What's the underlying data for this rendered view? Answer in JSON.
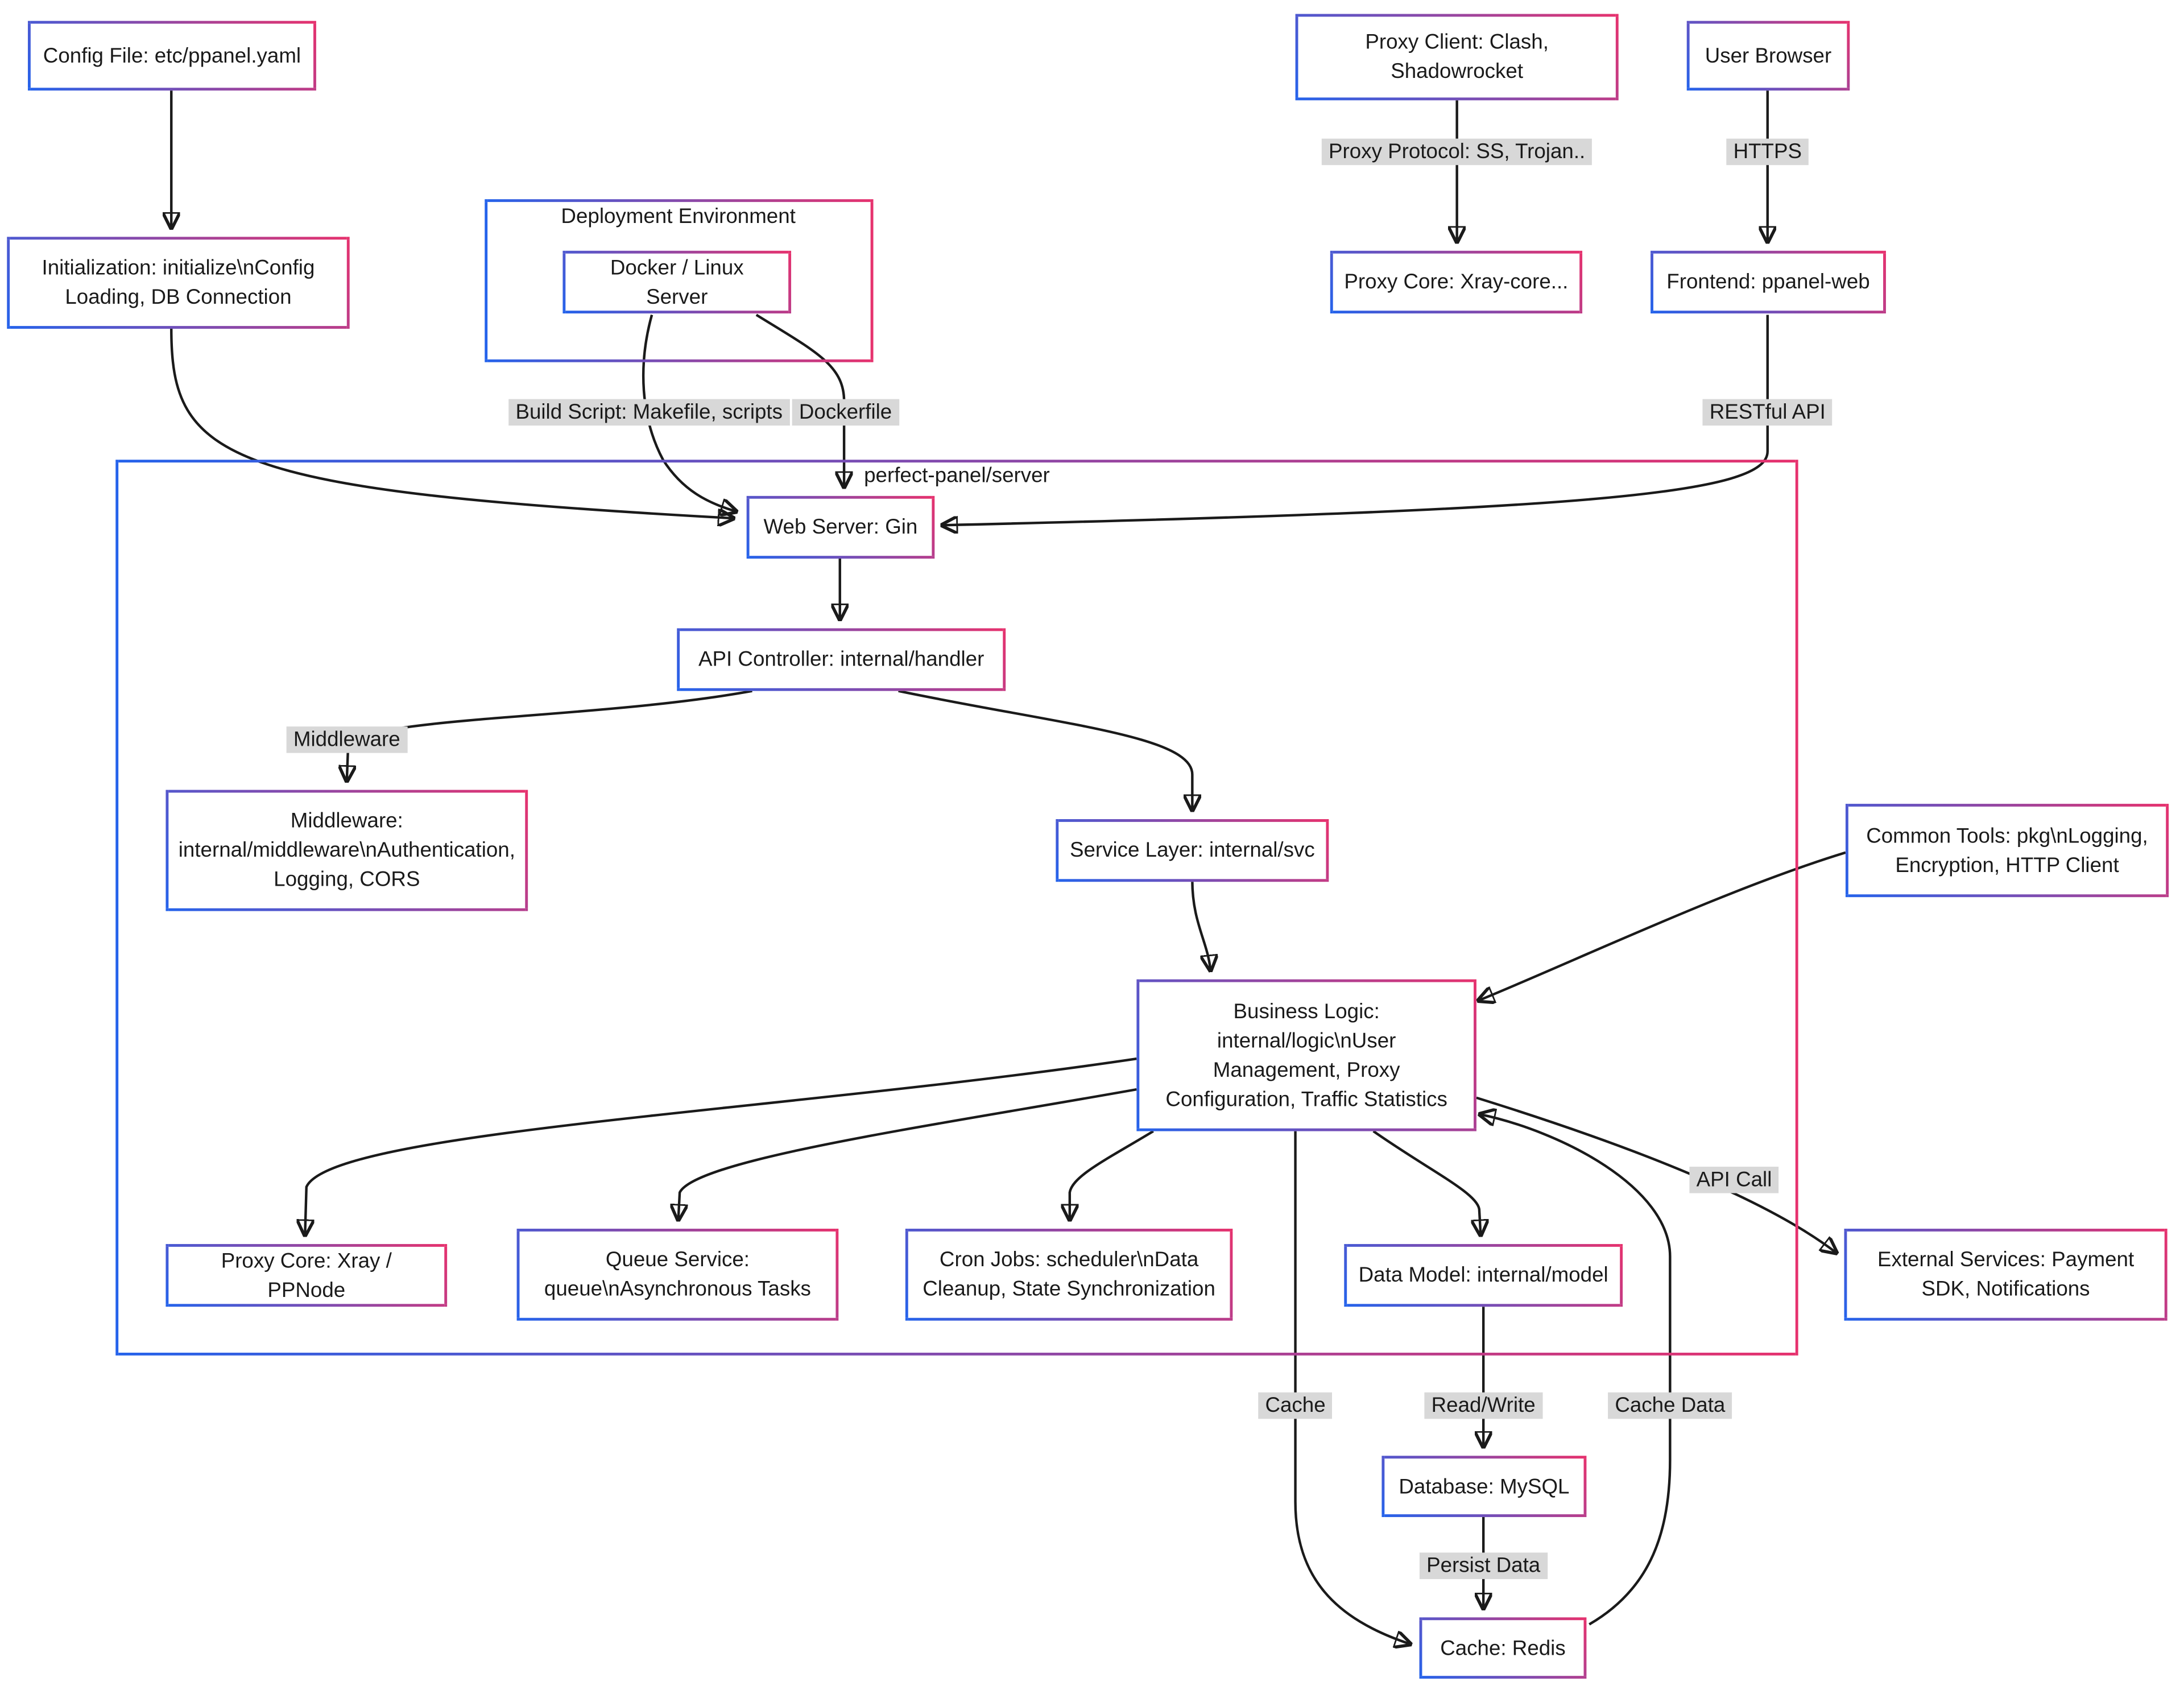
{
  "diagram": {
    "type": "flowchart",
    "colors": {
      "background": "#ffffff",
      "node_border_gradient_start": "#2563eb",
      "node_border_gradient_end": "#e6326e",
      "edge_color": "#1a1a1a",
      "edge_label_bg": "#d8d8d8",
      "text": "#1a1a1a"
    },
    "containers": {
      "deployment_env": {
        "label": "Deployment Environment"
      },
      "server": {
        "label": "perfect-panel/server"
      }
    },
    "nodes": {
      "config_file": {
        "label": "Config File: etc/ppanel.yaml"
      },
      "initialization": {
        "label": "Initialization: initialize\\nConfig Loading, DB Connection"
      },
      "docker": {
        "label": "Docker / Linux Server"
      },
      "proxy_client": {
        "label": "Proxy Client: Clash, Shadowrocket"
      },
      "user_browser": {
        "label": "User Browser"
      },
      "proxy_core_xray": {
        "label": "Proxy Core: Xray-core..."
      },
      "frontend": {
        "label": "Frontend: ppanel-web"
      },
      "web_server": {
        "label": "Web Server: Gin"
      },
      "api_controller": {
        "label": "API Controller: internal/handler"
      },
      "middleware": {
        "label": "Middleware: internal/middleware\\nAuthentication, Logging, CORS"
      },
      "service_layer": {
        "label": "Service Layer: internal/svc"
      },
      "common_tools": {
        "label": "Common Tools: pkg\\nLogging, Encryption, HTTP Client"
      },
      "business_logic": {
        "label": "Business Logic: internal/logic\\nUser Management, Proxy Configuration, Traffic Statistics"
      },
      "proxy_core_node": {
        "label": "Proxy Core: Xray / PPNode"
      },
      "queue_service": {
        "label": "Queue Service: queue\\nAsynchronous Tasks"
      },
      "cron_jobs": {
        "label": "Cron Jobs: scheduler\\nData Cleanup, State Synchronization"
      },
      "data_model": {
        "label": "Data Model: internal/model"
      },
      "external_services": {
        "label": "External Services: Payment SDK, Notifications"
      },
      "database": {
        "label": "Database: MySQL"
      },
      "cache_redis": {
        "label": "Cache: Redis"
      }
    },
    "edge_labels": {
      "proxy_protocol": "Proxy Protocol: SS, Trojan..",
      "https": "HTTPS",
      "build_script": "Build Script: Makefile, scripts",
      "dockerfile": "Dockerfile",
      "restful_api": "RESTful API",
      "middleware": "Middleware",
      "api_call": "API Call",
      "cache": "Cache",
      "read_write": "Read/Write",
      "cache_data": "Cache Data",
      "persist_data": "Persist Data"
    }
  }
}
